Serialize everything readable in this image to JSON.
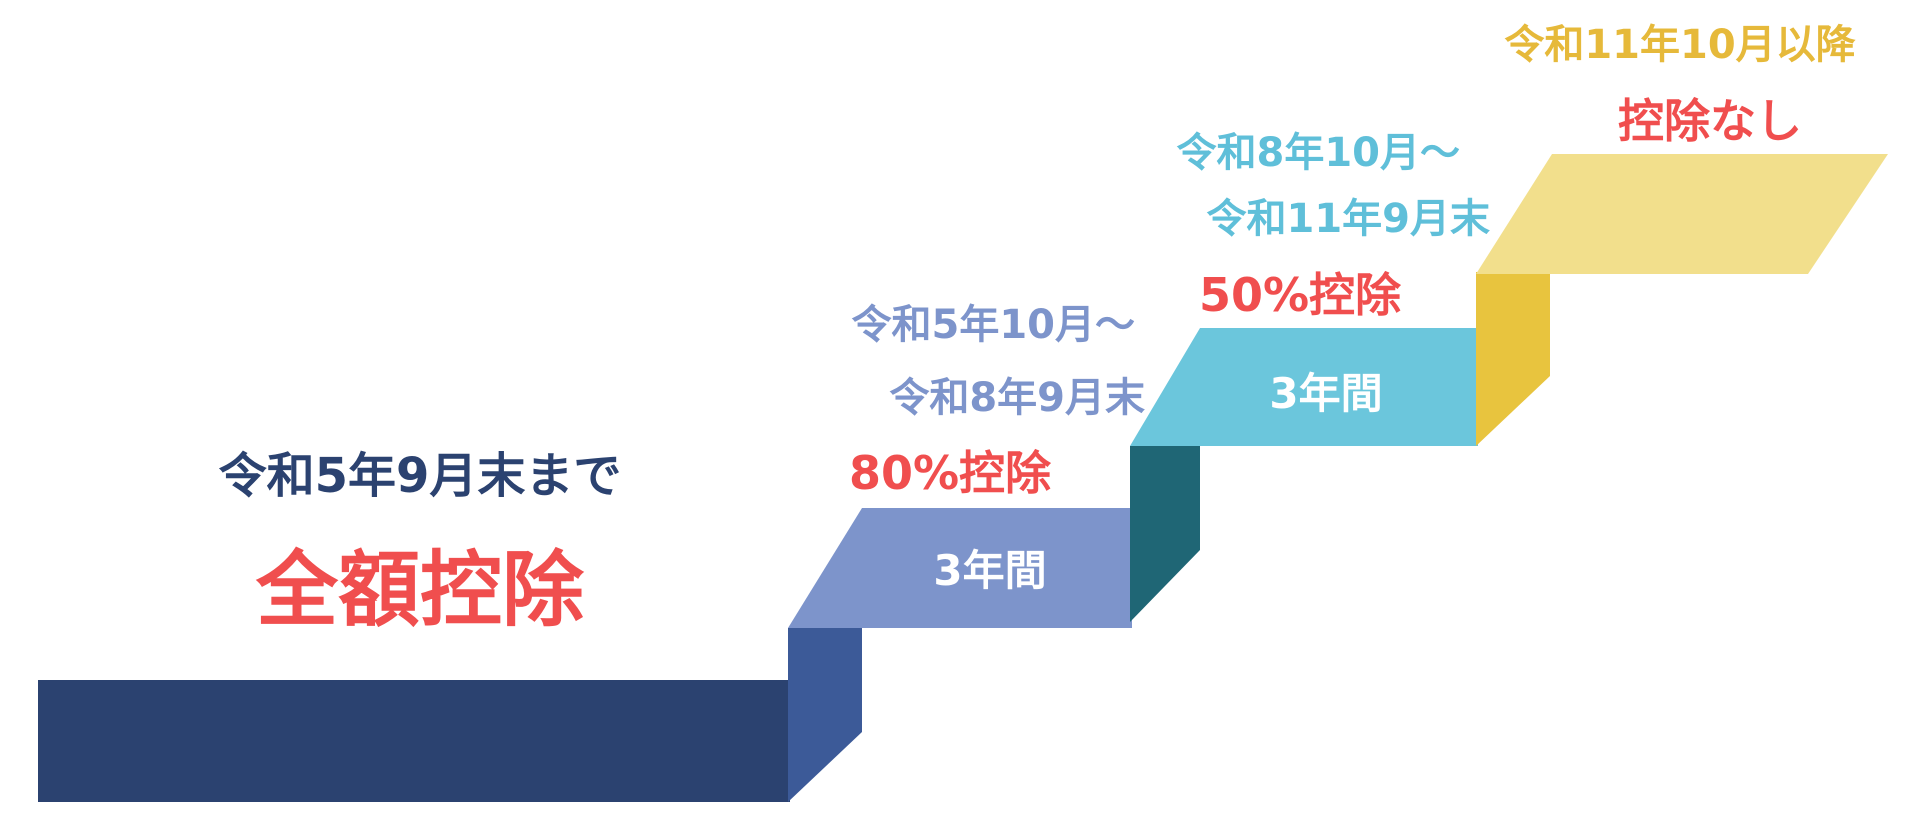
{
  "colors": {
    "navy": "#2b4270",
    "red": "#f04e4e",
    "periwinkle": "#7d94cb",
    "sky": "#5fbfd9",
    "gold": "#e6b93a",
    "white": "#ffffff"
  },
  "stages": [
    {
      "period": "令和5年9月末まで",
      "rate": "全額控除"
    },
    {
      "period_start": "令和5年10月〜",
      "period_end": "令和8年9月末",
      "rate": "80%控除",
      "duration": "3年間"
    },
    {
      "period_start": "令和8年10月〜",
      "period_end": "令和11年9月末",
      "rate": "50%控除",
      "duration": "3年間"
    },
    {
      "period_start": "令和11年10月以降",
      "rate": "控除なし"
    }
  ]
}
